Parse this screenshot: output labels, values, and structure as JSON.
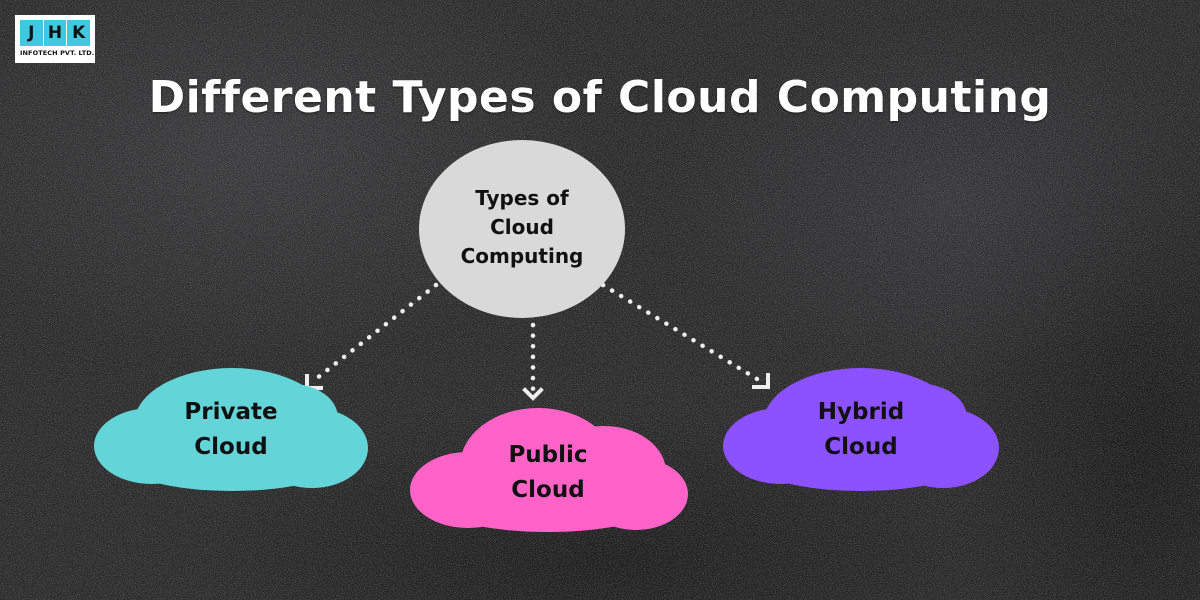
{
  "logo": {
    "letters": [
      "J",
      "H",
      "K"
    ],
    "subtitle": "INFOTECH PVT. LTD.",
    "accent": "#3ec9e0"
  },
  "title": "Different Types of Cloud Computing",
  "hub": {
    "label": "Types of\nCloud\nComputing",
    "color": "#d9d9d9"
  },
  "clouds": [
    {
      "label": "Private\nCloud",
      "color": "#63d5d8"
    },
    {
      "label": "Public\nCloud",
      "color": "#ff63c8"
    },
    {
      "label": "Hybrid\nCloud",
      "color": "#8c52ff"
    }
  ],
  "connectors": {
    "style": "dotted-arrow",
    "color": "#eeeeee",
    "from": "hub",
    "to": [
      "Private Cloud",
      "Public Cloud",
      "Hybrid Cloud"
    ]
  }
}
